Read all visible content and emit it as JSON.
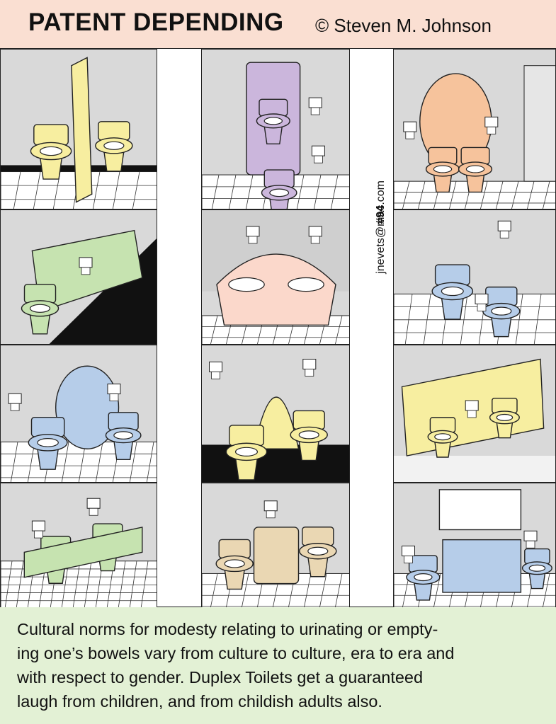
{
  "header": {
    "title": "PATENT DEPENDING",
    "credit": "© Steven M. Johnson"
  },
  "side": {
    "email": "jnevets@mac.com",
    "number": "#94"
  },
  "caption": {
    "lines": [
      "Cultural norms for modesty relating to urinating or empty-",
      "ing one’s bowels vary from culture to culture, era to era and",
      "with respect to gender. Duplex Toilets get a guaranteed",
      "laugh from children, and from childish adults also."
    ]
  },
  "colors": {
    "header_bg": "#fadfd2",
    "caption_bg": "#e3f1d5",
    "wall": "#d9d9d9",
    "yellow": "#f7eea0",
    "purple": "#cbb6dc",
    "orange": "#f6c39c",
    "green": "#c6e3b0",
    "pink": "#fbd8cb",
    "blue": "#b6cde9",
    "tan": "#ead7b3"
  },
  "panels": [
    {
      "id": "p1",
      "color": "yellow",
      "icon": "split-partition-toilet-icon"
    },
    {
      "id": "p2",
      "color": "purple",
      "icon": "stacked-toilet-icon"
    },
    {
      "id": "p3",
      "color": "orange",
      "icon": "round-double-toilet-icon"
    },
    {
      "id": "p4",
      "color": "green",
      "icon": "bench-double-toilet-icon"
    },
    {
      "id": "p5",
      "color": "pink",
      "icon": "back-to-back-toilet-icon"
    },
    {
      "id": "p6",
      "color": "blue",
      "icon": "twisted-double-toilet-icon"
    },
    {
      "id": "p7",
      "color": "blue",
      "icon": "leaning-double-toilet-icon"
    },
    {
      "id": "p8",
      "color": "yellow",
      "icon": "hood-double-toilet-icon"
    },
    {
      "id": "p9",
      "color": "yellow",
      "icon": "cabinet-double-toilet-icon"
    },
    {
      "id": "p10",
      "color": "green",
      "icon": "stepped-double-toilet-icon"
    },
    {
      "id": "p11",
      "color": "tan",
      "icon": "side-by-side-toilet-icon"
    },
    {
      "id": "p12",
      "color": "blue",
      "icon": "vanity-double-toilet-icon"
    }
  ]
}
